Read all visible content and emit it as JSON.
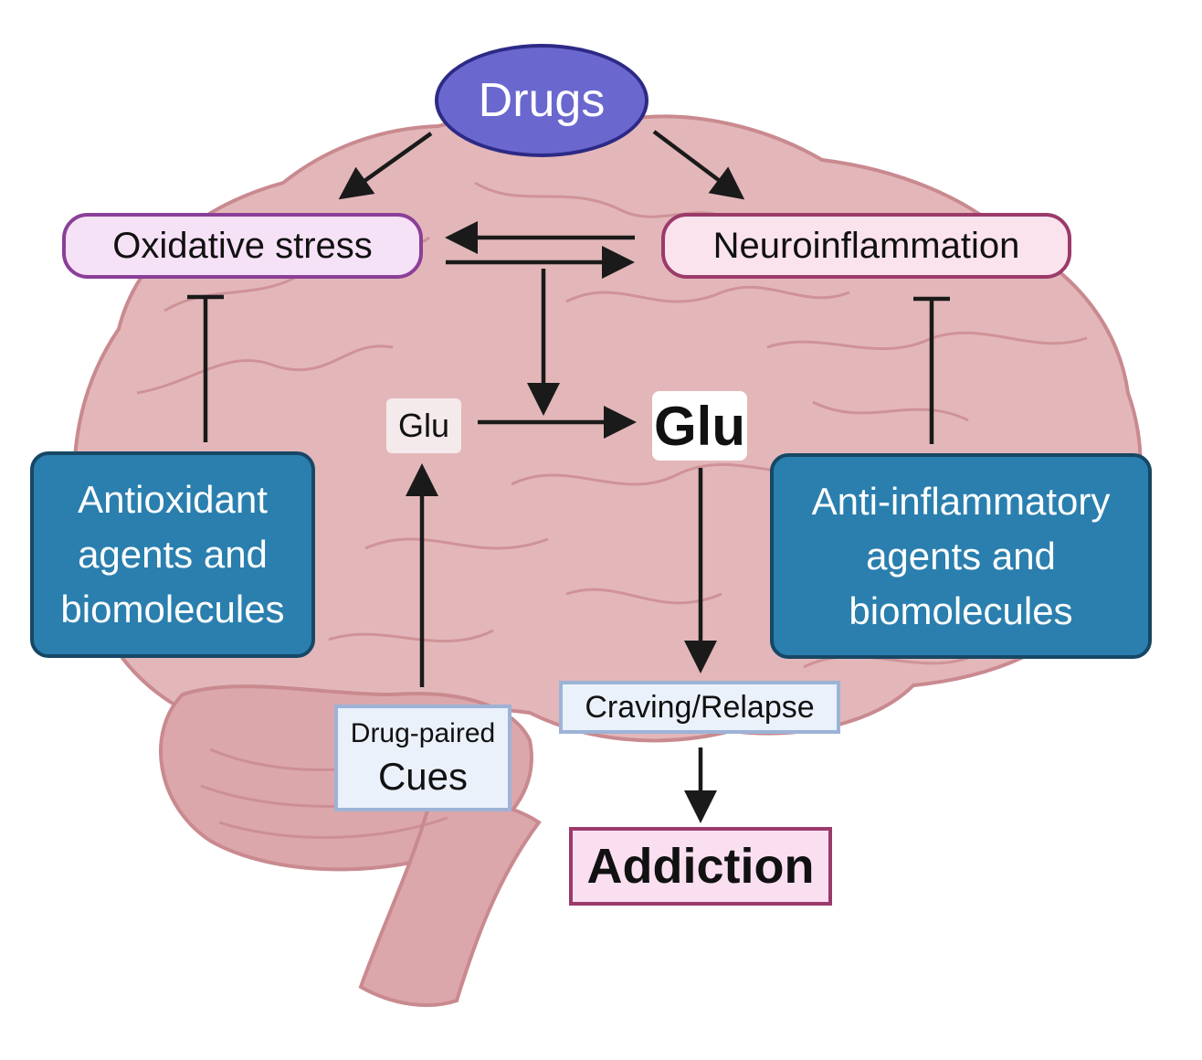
{
  "nodes": {
    "drugs": "Drugs",
    "oxidative_stress": "Oxidative stress",
    "neuroinflammation": "Neuroinflammation",
    "antioxidant": [
      "Antioxidant",
      "agents and",
      "biomolecules"
    ],
    "anti_inflammatory": [
      "Anti-inflammatory",
      "agents and",
      "biomolecules"
    ],
    "glu_small": "Glu",
    "glu_large": "Glu",
    "craving_relapse": "Craving/Relapse",
    "cues": [
      "Drug-paired",
      "Cues"
    ],
    "addiction": "Addiction"
  },
  "colors": {
    "drugs_fill": "#6a67cf",
    "agent_fill": "#2a7fae",
    "brain_fill": "#e3b7b9",
    "brain_outline": "#c98a8f",
    "arrow": "#1a1a1a"
  },
  "edges": [
    {
      "from": "Drugs",
      "to": "Oxidative stress",
      "type": "activates"
    },
    {
      "from": "Drugs",
      "to": "Neuroinflammation",
      "type": "activates"
    },
    {
      "from": "Neuroinflammation",
      "to": "Oxidative stress",
      "type": "activates"
    },
    {
      "from": "Oxidative stress",
      "to": "Neuroinflammation",
      "type": "activates"
    },
    {
      "from": "Oxidative stress",
      "to": "Glu",
      "type": "activates"
    },
    {
      "from": "Glu (small)",
      "to": "Glu (large)",
      "type": "activates"
    },
    {
      "from": "Drug-paired Cues",
      "to": "Glu (small)",
      "type": "activates"
    },
    {
      "from": "Glu (large)",
      "to": "Craving/Relapse",
      "type": "activates"
    },
    {
      "from": "Craving/Relapse",
      "to": "Addiction",
      "type": "activates"
    },
    {
      "from": "Antioxidant agents and biomolecules",
      "to": "Oxidative stress",
      "type": "inhibits"
    },
    {
      "from": "Anti-inflammatory agents and biomolecules",
      "to": "Neuroinflammation",
      "type": "inhibits"
    }
  ]
}
